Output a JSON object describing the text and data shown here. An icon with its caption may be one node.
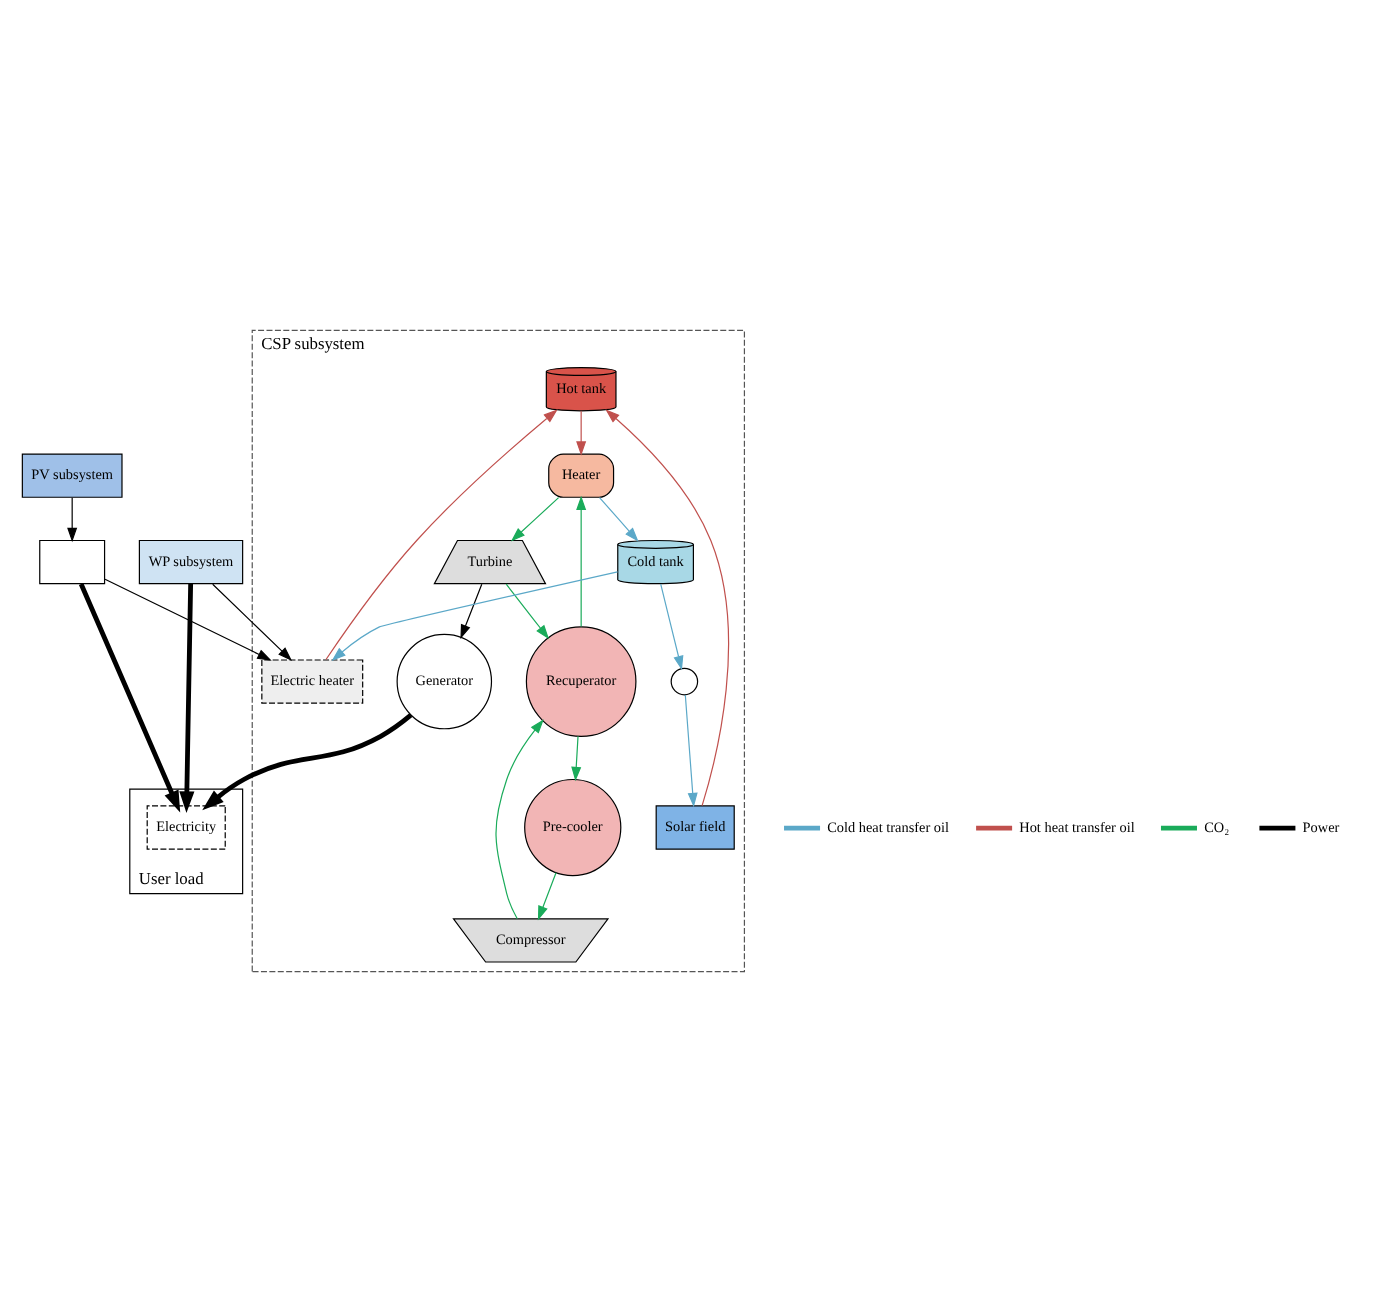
{
  "diagram": {
    "nodes": [
      {
        "text": [
          "WP subsystem"
        ]
      },
      {
        "text": [
          "PV subsystem"
        ]
      },
      {
        "text": [],
        "shape": "box"
      },
      {
        "text": [
          "User load"
        ]
      },
      {
        "text": [
          "Electricity"
        ],
        "in": 3
      },
      {
        "text": [
          "CSP subsystem"
        ]
      },
      {
        "text": [
          "Hot tank"
        ],
        "in": 5
      },
      {
        "text": [
          "Solar field"
        ],
        "in": 5
      },
      {
        "text": [
          "Electric heater"
        ],
        "in": 5
      },
      {
        "text": [
          "Heater"
        ],
        "in": 5
      },
      {
        "text": [
          "Turbine"
        ],
        "in": 5
      },
      {
        "text": [
          "Generator"
        ],
        "in": 5
      },
      {
        "text": [
          "Pre-cooler"
        ],
        "in": 5
      },
      {
        "text": [
          "Compressor"
        ],
        "in": 5
      },
      {
        "text": [
          "Recuperator"
        ],
        "in": 5
      },
      {
        "text": [],
        "shape": "circle",
        "in": 5
      },
      {
        "text": [
          "Cold tank"
        ],
        "in": 5
      }
    ],
    "edges": [
      {
        "from": 1,
        "to": 2,
        "arrow": "to"
      },
      {
        "from": 0,
        "to": 4,
        "arrow": "to",
        "style": "thick"
      },
      {
        "from": 2,
        "to": 4,
        "arrow": "to",
        "style": "thick"
      },
      {
        "from": 0,
        "to": 8,
        "arrow": "to"
      },
      {
        "from": 2,
        "to": 8,
        "arrow": "to"
      },
      {
        "from": 7,
        "to": 6,
        "arrow": "to",
        "color": "#c0504d"
      },
      {
        "from": 8,
        "to": 6,
        "arrow": "to",
        "color": "#c0504d"
      },
      {
        "from": 6,
        "to": 9,
        "arrow": "to",
        "color": "#c0504d"
      },
      {
        "from": 9,
        "to": 10,
        "arrow": "to",
        "color": "#1aab5a"
      },
      {
        "from": 10,
        "to": 11,
        "arrow": "to"
      },
      {
        "from": 11,
        "to": 4,
        "arrow": "to",
        "style": "thick"
      },
      {
        "from": 10,
        "to": 14,
        "arrow": "to",
        "color": "#1aab5a"
      },
      {
        "from": 14,
        "to": 9,
        "arrow": "to",
        "color": "#1aab5a"
      },
      {
        "from": 13,
        "to": 14,
        "arrow": "to",
        "color": "#1aab5a"
      },
      {
        "from": 14,
        "to": 12,
        "arrow": "to",
        "color": "#1aab5a"
      },
      {
        "from": 12,
        "to": 13,
        "arrow": "to",
        "color": "#1aab5a"
      },
      {
        "from": 9,
        "to": 16,
        "arrow": "to",
        "color": "#5ba8c8"
      },
      {
        "from": 16,
        "to": 8,
        "arrow": "to",
        "color": "#5ba8c8"
      },
      {
        "from": 16,
        "to": 15,
        "arrow": "to",
        "color": "#5ba8c8"
      },
      {
        "from": 15,
        "to": 7,
        "arrow": "to",
        "color": "#5ba8c8"
      }
    ],
    "legend": [
      {
        "text": "Cold heat transfer oil",
        "color": "#5ba8c8"
      },
      {
        "text": "Hot heat transfer oil",
        "color": "#c0504d"
      },
      {
        "text": "CO₂",
        "color": "#1aab5a"
      },
      {
        "text": "Power",
        "color": "#000000"
      }
    ]
  }
}
